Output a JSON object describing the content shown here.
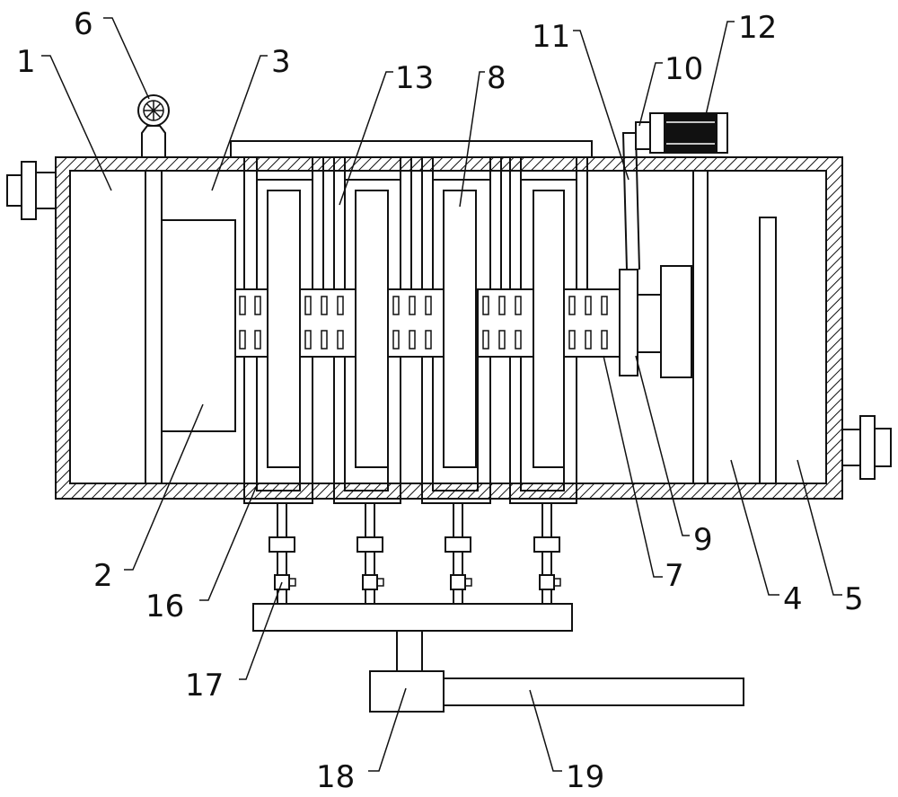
{
  "labels": {
    "l1": "1",
    "l2": "2",
    "l3": "3",
    "l4": "4",
    "l5": "5",
    "l6": "6",
    "l7": "7",
    "l8": "8",
    "l9": "9",
    "l10": "10",
    "l11": "11",
    "l12": "12",
    "l13": "13",
    "l16": "16",
    "l17": "17",
    "l18": "18",
    "l19": "19"
  }
}
